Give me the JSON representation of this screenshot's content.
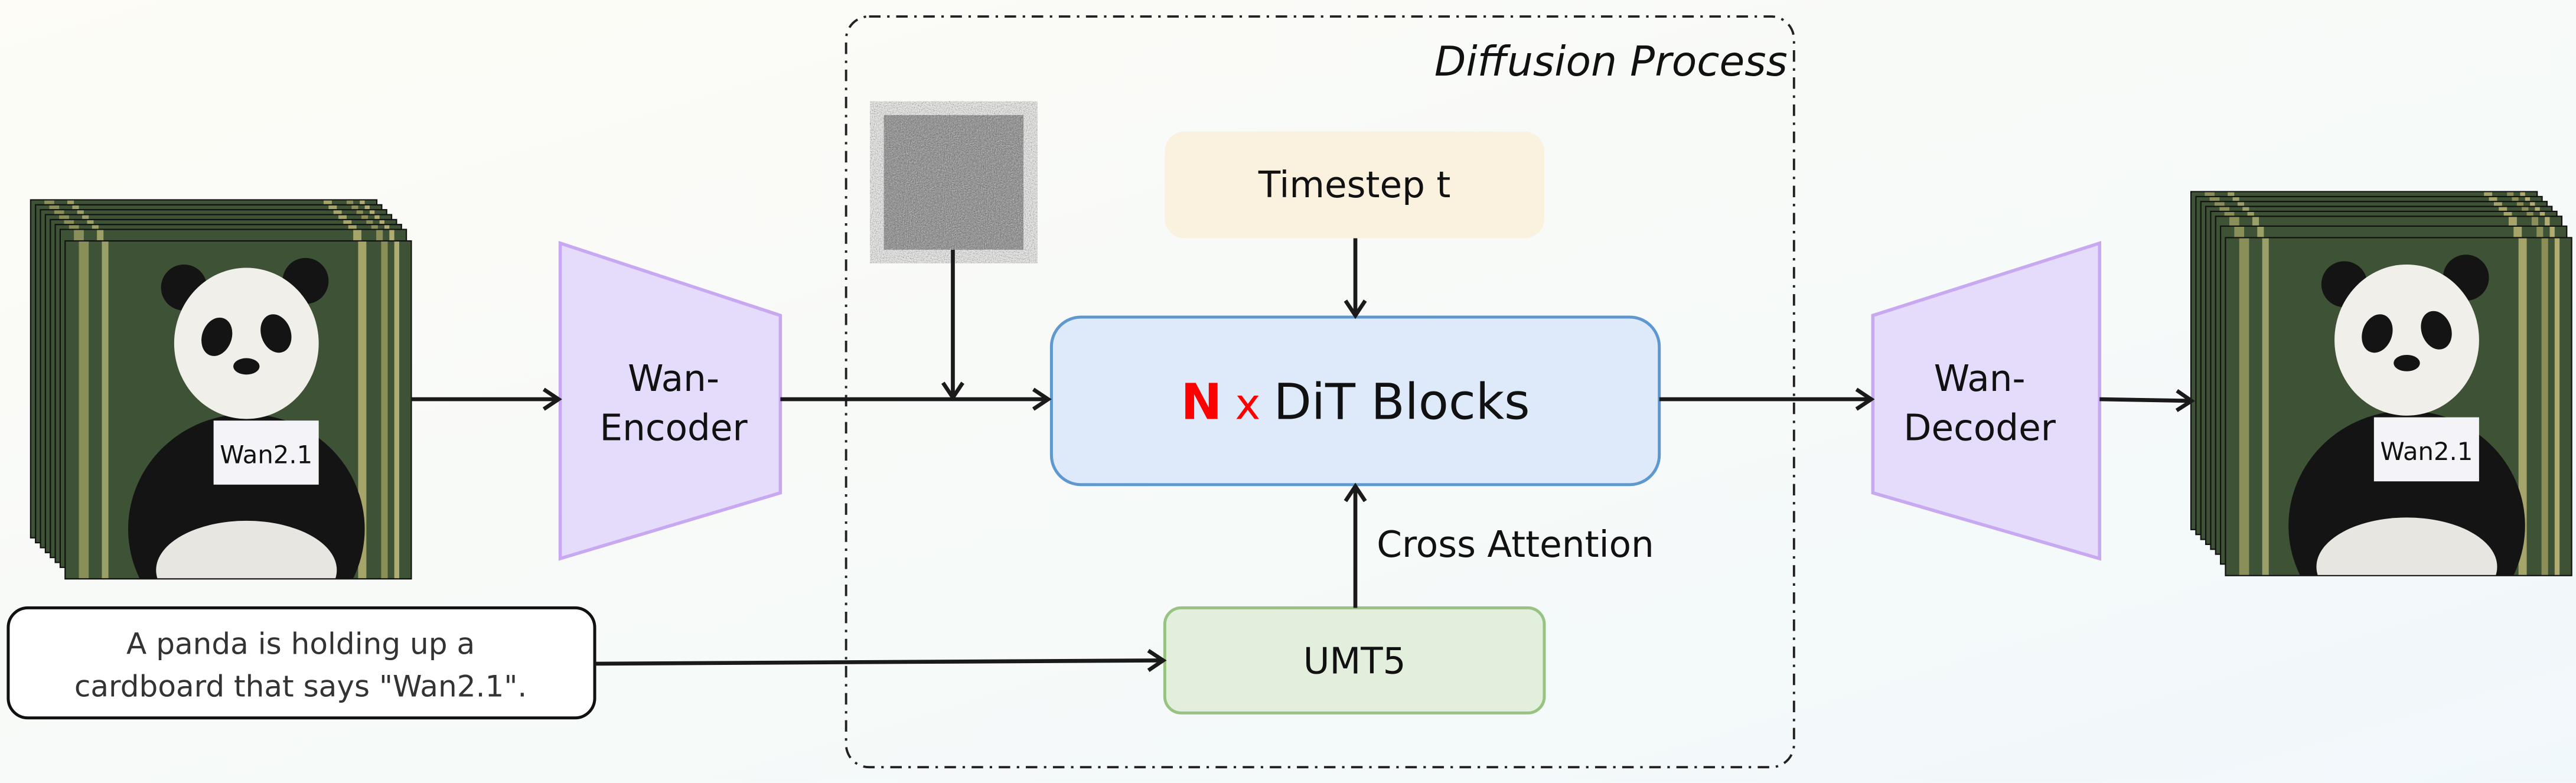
{
  "diffusion_process": {
    "title": "Diffusion Process"
  },
  "timestep": {
    "label": "Timestep t"
  },
  "dit": {
    "n": "N",
    "times": "x",
    "label": "DiT Blocks"
  },
  "umt5": {
    "label": "UMT5"
  },
  "cross_attention": {
    "label": "Cross Attention"
  },
  "encoder": {
    "line1": "Wan-",
    "line2": "Encoder"
  },
  "decoder": {
    "line1": "Wan-",
    "line2": "Decoder"
  },
  "prompt": {
    "line1": "A panda is holding up a",
    "line2": "cardboard that says \"Wan2.1\"."
  },
  "frames": {
    "sign_text": "Wan2.1"
  },
  "colors": {
    "timestep_fill": "#FAF1DF",
    "dit_fill": "#DEEAF9",
    "dit_border": "#5E98CF",
    "umt5_fill": "#E3EFDD",
    "umt5_border": "#99C382",
    "vae_fill": "#E5DCFC",
    "vae_border": "#C9A8F2",
    "accent_red": "#FF0000"
  }
}
